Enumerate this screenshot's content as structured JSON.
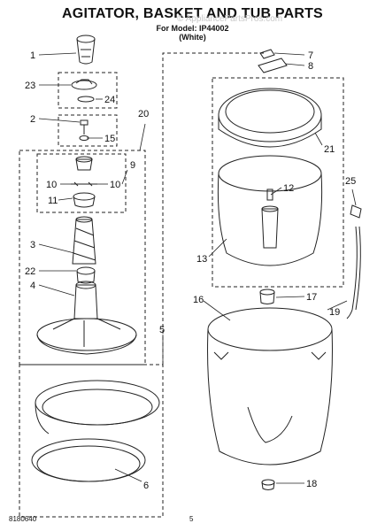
{
  "title": "AGITATOR, BASKET AND TUB PARTS",
  "model_line": "For Model: IP44002",
  "color_line": "(White)",
  "watermark": "© AppliancePartsPros.com",
  "footer_left": "8180640",
  "footer_page": "5",
  "callouts": [
    "1",
    "23",
    "24",
    "2",
    "15",
    "20",
    "9",
    "10",
    "10",
    "11",
    "3",
    "22",
    "4",
    "5",
    "6",
    "7",
    "8",
    "21",
    "12",
    "25",
    "13",
    "17",
    "16",
    "19",
    "18"
  ]
}
